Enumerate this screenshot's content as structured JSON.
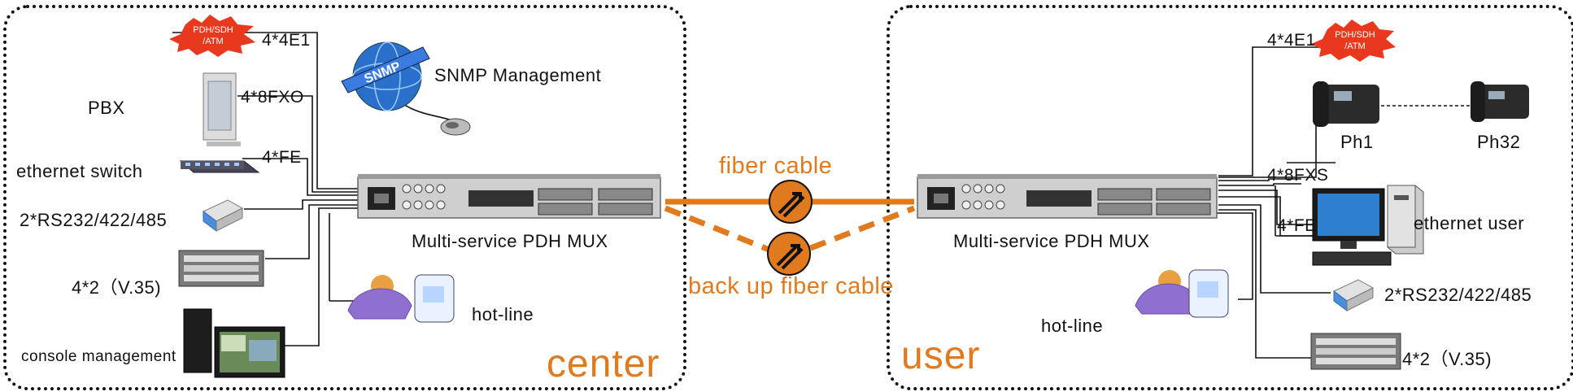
{
  "zones": {
    "left": "center",
    "right": "user"
  },
  "mux": {
    "left": "Multi-service PDH MUX",
    "right": "Multi-service PDH MUX"
  },
  "snmp": {
    "label": "SNMP Management",
    "globe_text": "SNMP"
  },
  "fiber": {
    "main": "fiber  cable",
    "backup": "back up fiber  cable"
  },
  "left_devices": {
    "pdh_badge": "PDH/SDH\n/ATM",
    "pdh_badge_lines": [
      "PDH/SDH",
      "/ATM"
    ],
    "pdh_port": "4*4E1",
    "pbx": "PBX",
    "pbx_port": "4*8FXO",
    "switch": "ethernet  switch",
    "switch_port": "4*FE",
    "serial": "2*RS232/422/485",
    "v35": "4*2（V.35)",
    "console": "console management",
    "hotline": "hot-line"
  },
  "right_devices": {
    "pdh_badge_lines": [
      "PDH/SDH",
      "/ATM"
    ],
    "pdh_port": "4*4E1",
    "phone1": "Ph1",
    "phone32": "Ph32",
    "fxs_port": "4*8FXS",
    "fe_port": "4*FE",
    "ethernet_user": "ethernet user",
    "serial": "2*RS232/422/485",
    "v35": "4*2（V.35)",
    "hotline": "hot-line"
  },
  "colors": {
    "accent": "#e07a1e",
    "line": "#111111",
    "mux_body": "#c9c9c9"
  }
}
